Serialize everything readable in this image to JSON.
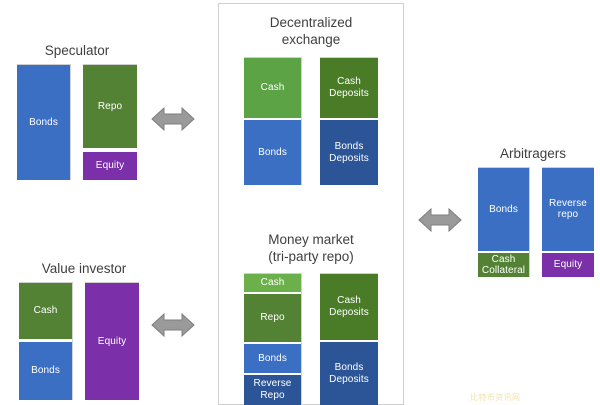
{
  "diagram": {
    "title_speculator": "Speculator",
    "title_value_investor": "Value investor",
    "title_dex": "Decentralized\nexchange",
    "title_money_market": "Money market\n(tri-party repo)",
    "title_arbitragers": "Arbitragers",
    "watermark": "比特币资讯网"
  },
  "colors": {
    "blue": "#3a6fc4",
    "blue_dark": "#2b5597",
    "green": "#5ca345",
    "green_dark": "#4a7c28",
    "green_mid": "#548235",
    "green_light": "#6cb04b",
    "purple": "#7b2fa8",
    "arrow": "#9a9a9a",
    "arrow_border": "#7d7d7d",
    "box_border": "#d0d0d0",
    "axis": "#cfcfcf",
    "text": "#3f3f3f"
  },
  "panels": {
    "speculator": {
      "title": "Speculator",
      "assets": [
        {
          "label": "Bonds",
          "color": "blue",
          "share": 100
        }
      ],
      "liabilities": [
        {
          "label": "Repo",
          "color": "green_mid",
          "share": 72
        },
        {
          "label": "Equity",
          "color": "purple",
          "share": 24
        }
      ]
    },
    "value_investor": {
      "title": "Value investor",
      "assets": [
        {
          "label": "Cash",
          "color": "green_mid",
          "share": 48
        },
        {
          "label": "Bonds",
          "color": "blue",
          "share": 50
        }
      ],
      "liabilities": [
        {
          "label": "Equity",
          "color": "purple",
          "share": 100
        }
      ]
    },
    "decentralized_exchange": {
      "title": "Decentralized\nexchange",
      "assets": [
        {
          "label": "Cash",
          "color": "green",
          "share": 47
        },
        {
          "label": "Bonds",
          "color": "blue",
          "share": 51
        }
      ],
      "liabilities": [
        {
          "label": "Cash\nDeposits",
          "color": "green_dark",
          "share": 47
        },
        {
          "label": "Bonds\nDeposits",
          "color": "blue_dark",
          "share": 51
        }
      ]
    },
    "money_market": {
      "title": "Money market\n(tri-party repo)",
      "assets": [
        {
          "label": "Cash",
          "color": "green_light",
          "share": 14
        },
        {
          "label": "Repo",
          "color": "green_mid",
          "share": 36
        },
        {
          "label": "Bonds",
          "color": "blue",
          "share": 24
        },
        {
          "label": "Reverse\nRepo",
          "color": "blue_dark",
          "share": 24
        }
      ],
      "liabilities": [
        {
          "label": "Cash\nDeposits",
          "color": "green_dark",
          "share": 50
        },
        {
          "label": "Bonds\nDeposits",
          "color": "blue_dark",
          "share": 48
        }
      ]
    },
    "arbitragers": {
      "title": "Arbitragers",
      "assets": [
        {
          "label": "Bonds",
          "color": "blue",
          "share": 76
        },
        {
          "label": "Cash\nCollateral",
          "color": "green_mid",
          "share": 22
        }
      ],
      "liabilities": [
        {
          "label": "Reverse\nrepo",
          "color": "blue",
          "share": 76
        },
        {
          "label": "Equity",
          "color": "purple",
          "share": 22
        }
      ]
    }
  },
  "arrows": [
    {
      "name": "arrow-speculator-dex",
      "direction": "double-horizontal"
    },
    {
      "name": "arrow-value-investor-money-market",
      "direction": "double-horizontal"
    },
    {
      "name": "arrow-dex-arbitragers",
      "direction": "double-horizontal"
    }
  ]
}
